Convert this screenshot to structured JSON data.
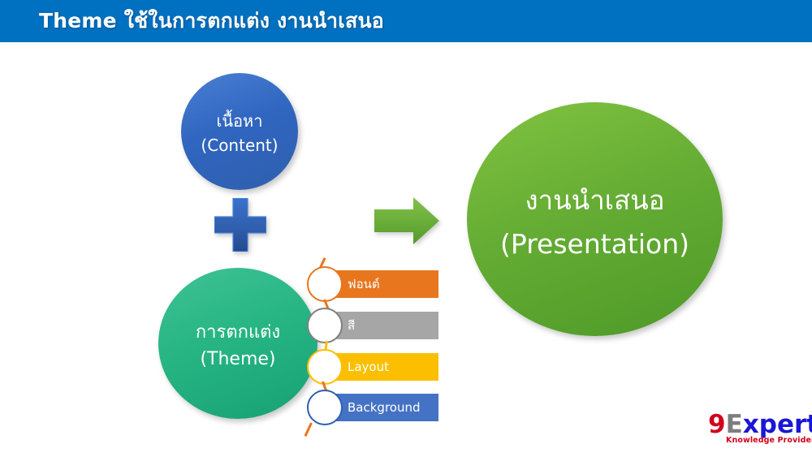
{
  "header": {
    "title": "Theme ใช้ในการตกแต่ง งานนำเสนอ",
    "background_color": "#0070c0",
    "text_color": "#ffffff"
  },
  "diagram": {
    "content_circle": {
      "line1": "เนื้อหา",
      "line2": "(Content)",
      "color": "#3066c0"
    },
    "theme_circle": {
      "line1": "การตกแต่ง",
      "line2": "(Theme)",
      "color": "#27b584"
    },
    "presentation_circle": {
      "line1": "งานนำเสนอ",
      "line2": "(Presentation)",
      "color": "#65ad34"
    },
    "plus_symbol": {
      "name": "plus-sign",
      "color": "#2f5fae"
    },
    "arrow": {
      "name": "arrow-right",
      "color": "#6cb33f"
    },
    "attributes": [
      {
        "label": "ฟอนต์",
        "bar_color": "#e8761f",
        "node_border_color": "#e8761f",
        "text_color": "#ffffff"
      },
      {
        "label": "สี",
        "bar_color": "#a6a6a6",
        "node_border_color": "#808080",
        "text_color": "#ffffff"
      },
      {
        "label": "Layout",
        "bar_color": "#fcbf00",
        "node_border_color": "#fcbf00",
        "text_color": "#ffffff"
      },
      {
        "label": "Background",
        "bar_color": "#4472c4",
        "node_border_color": "#2f5fae",
        "text_color": "#ffffff"
      }
    ]
  },
  "logo": {
    "nine": "9",
    "e": "E",
    "xpert": "xpert",
    "tagline": "Knowledge Provider"
  }
}
